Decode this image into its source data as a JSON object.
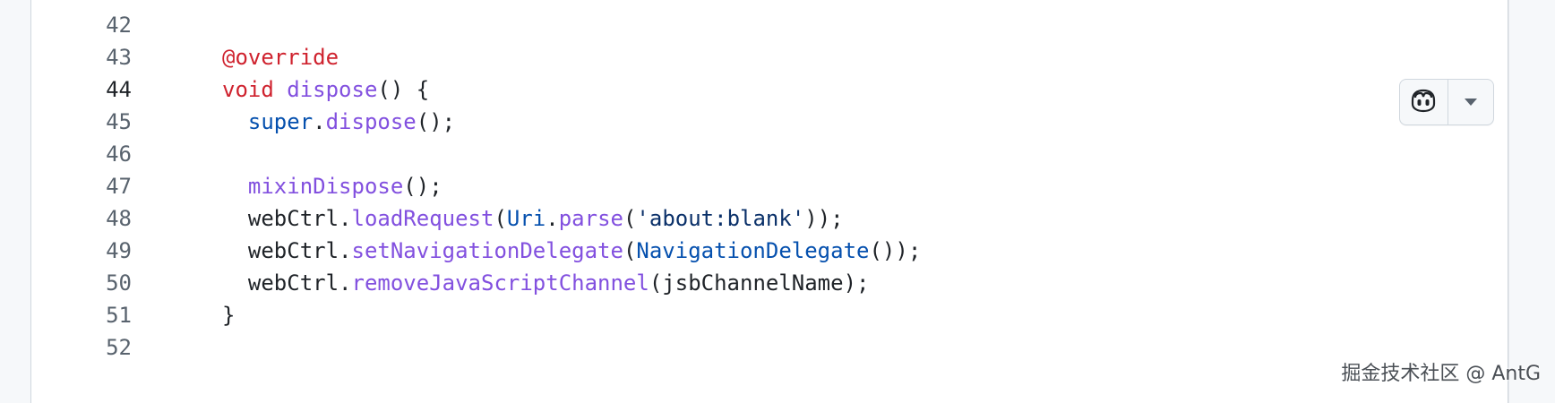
{
  "code": {
    "lines": [
      {
        "number": "42",
        "current": false,
        "tokens": []
      },
      {
        "number": "43",
        "current": false,
        "tokens": [
          {
            "text": "@override",
            "kind": "decorator"
          }
        ]
      },
      {
        "number": "44",
        "current": true,
        "tokens": [
          {
            "text": "void",
            "kind": "keyword"
          },
          {
            "text": " ",
            "kind": "plain"
          },
          {
            "text": "dispose",
            "kind": "function"
          },
          {
            "text": "() {",
            "kind": "plain"
          }
        ]
      },
      {
        "number": "45",
        "current": false,
        "tokens": [
          {
            "text": "  ",
            "kind": "plain"
          },
          {
            "text": "super",
            "kind": "builtin"
          },
          {
            "text": ".",
            "kind": "plain"
          },
          {
            "text": "dispose",
            "kind": "function"
          },
          {
            "text": "();",
            "kind": "plain"
          }
        ]
      },
      {
        "number": "46",
        "current": false,
        "tokens": []
      },
      {
        "number": "47",
        "current": false,
        "tokens": [
          {
            "text": "  ",
            "kind": "plain"
          },
          {
            "text": "mixinDispose",
            "kind": "function"
          },
          {
            "text": "();",
            "kind": "plain"
          }
        ]
      },
      {
        "number": "48",
        "current": false,
        "tokens": [
          {
            "text": "  webCtrl.",
            "kind": "plain"
          },
          {
            "text": "loadRequest",
            "kind": "function"
          },
          {
            "text": "(",
            "kind": "plain"
          },
          {
            "text": "Uri",
            "kind": "type"
          },
          {
            "text": ".",
            "kind": "plain"
          },
          {
            "text": "parse",
            "kind": "function"
          },
          {
            "text": "(",
            "kind": "plain"
          },
          {
            "text": "'about:blank'",
            "kind": "string"
          },
          {
            "text": "));",
            "kind": "plain"
          }
        ]
      },
      {
        "number": "49",
        "current": false,
        "tokens": [
          {
            "text": "  webCtrl.",
            "kind": "plain"
          },
          {
            "text": "setNavigationDelegate",
            "kind": "function"
          },
          {
            "text": "(",
            "kind": "plain"
          },
          {
            "text": "NavigationDelegate",
            "kind": "type"
          },
          {
            "text": "());",
            "kind": "plain"
          }
        ]
      },
      {
        "number": "50",
        "current": false,
        "tokens": [
          {
            "text": "  webCtrl.",
            "kind": "plain"
          },
          {
            "text": "removeJavaScriptChannel",
            "kind": "function"
          },
          {
            "text": "(jsbChannelName);",
            "kind": "plain"
          }
        ]
      },
      {
        "number": "51",
        "current": false,
        "tokens": [
          {
            "text": "}",
            "kind": "plain"
          }
        ]
      },
      {
        "number": "52",
        "current": false,
        "tokens": []
      }
    ]
  },
  "copilot_button": {
    "icon": "copilot-icon",
    "dropdown_icon": "chevron-down-icon"
  },
  "watermark": {
    "text": "掘金技术社区 @ AntG"
  },
  "colors": {
    "decorator": "#cf222e",
    "keyword": "#cf222e",
    "function": "#8250df",
    "builtin": "#0550ae",
    "type": "#0550ae",
    "string": "#0a3069",
    "line_number": "#59636e",
    "text": "#1f2328"
  }
}
